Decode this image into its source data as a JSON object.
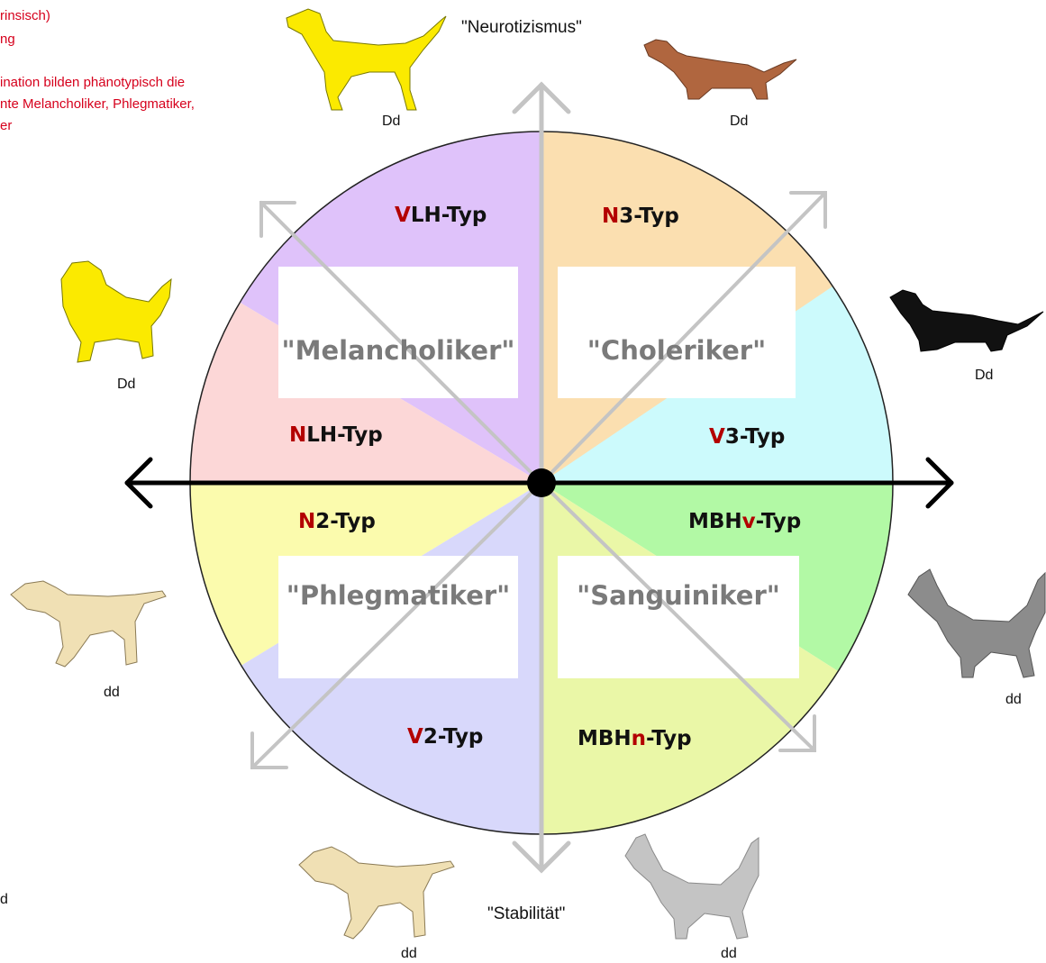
{
  "notes": {
    "line1": "rinsisch)",
    "line2": "ng",
    "line3": "ination bilden phänotypisch die",
    "line4": "nte Melancholiker, Phlegmatiker,",
    "line5": "er"
  },
  "axes": {
    "top": "\"Neurotizismus\"",
    "bottom": "\"Stabilität\""
  },
  "genotypes": {
    "yellow_top": "Dd",
    "brown_top": "Dd",
    "yellow_left": "Dd",
    "black_right": "Dd",
    "cream_left": "dd",
    "grey_right": "dd",
    "cream_bottom": "dd",
    "grey_bottom": "dd",
    "edge_left": "d"
  },
  "types": {
    "vlh": {
      "initial": "V",
      "rest": "LH-Typ"
    },
    "n3": {
      "initial": "N",
      "rest": "3-Typ"
    },
    "nlh": {
      "initial": "N",
      "rest": "LH-Typ"
    },
    "v3": {
      "initial": "V",
      "rest": "3-Typ"
    },
    "n2": {
      "initial": "N",
      "rest": "2-Typ"
    },
    "mbhv": {
      "pre": "MBH",
      "initial": "v",
      "rest": "-Typ"
    },
    "v2": {
      "initial": "V",
      "rest": "2-Typ"
    },
    "mbhn": {
      "pre": "MBH",
      "initial": "n",
      "rest": "-Typ"
    }
  },
  "temperaments": {
    "melancholiker": "\"Melancholiker\"",
    "choleriker": "\"Choleriker\"",
    "phlegmatiker": "\"Phlegmatiker\"",
    "sanguiniker": "\"Sanguiniker\""
  },
  "colors": {
    "purple": "#dfc2fa",
    "orange": "#fbdfb0",
    "pink": "#fcd7d7",
    "cyan": "#ccfafc",
    "yellow": "#fbfbad",
    "lavender": "#d8d8fb",
    "green": "#b2f9a5",
    "lime": "#eaf7a7",
    "highlight": "#b30000"
  }
}
